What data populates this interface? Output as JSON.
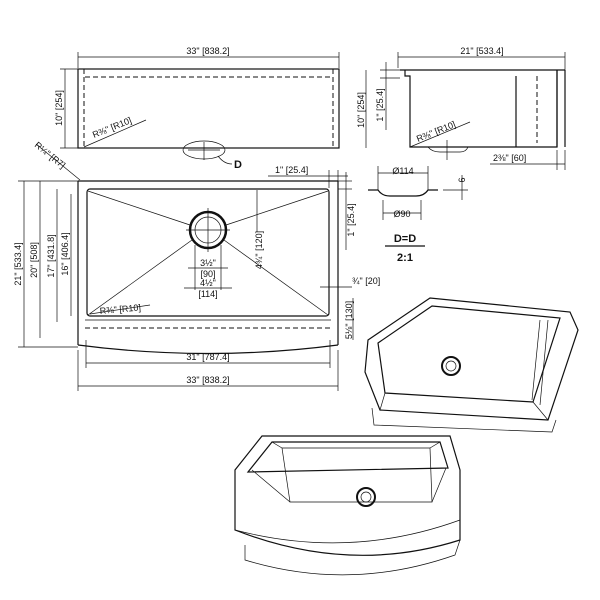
{
  "top_view": {
    "width_label": "33\" [838.2]",
    "height_label": "10\" [254]",
    "radius_label": "R⅜\" [R10]",
    "corner_radius_label": "R¼\" [R7]",
    "section_marker": "D"
  },
  "side_view": {
    "width_label": "21\" [533.4]",
    "height_label": "10\" [254]",
    "lip_label": "1\" [25.4]",
    "radius_label": "R⅜\" [R10]",
    "offset_label": "2⅜\" [60]"
  },
  "drain_detail": {
    "outer_diameter": "Ø114",
    "inner_diameter": "Ø90",
    "depth": "6",
    "section_title": "D=D",
    "scale": "2:1"
  },
  "plan_view": {
    "overall_width": "33\" [838.2]",
    "inner_width": "31\" [787.4]",
    "overall_depth": "21\" [533.4]",
    "depth_20": "20\" [508]",
    "depth_17": "17\" [431.8]",
    "depth_16": "16\" [406.4]",
    "top_margin": "1\" [25.4]",
    "side_margin": "1\" [25.4]",
    "drain_offset": "4¾\" [120]",
    "drain_inner": "3½\"",
    "drain_inner_mm": "[90]",
    "drain_outer": "4½\"",
    "drain_outer_mm": "[114]",
    "radius_label": "R⅜\" [R10]",
    "ledge_label": "¾\" [20]",
    "apron_label": "5⅛\" [130]"
  }
}
